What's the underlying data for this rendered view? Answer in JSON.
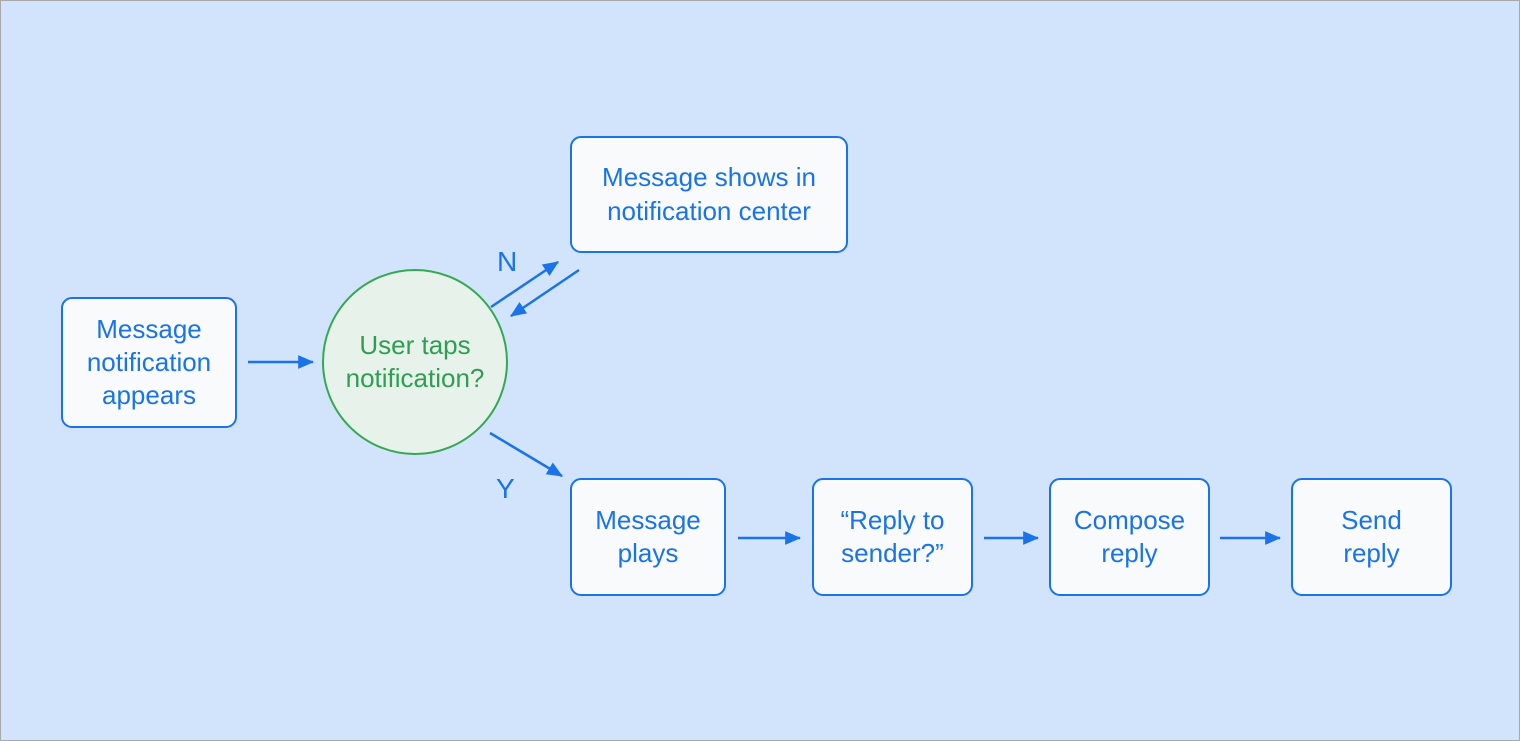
{
  "diagram": {
    "colors": {
      "background": "#d2e3fc",
      "node_border": "#1a73e8",
      "node_text": "#1a73e8",
      "node_fill": "#f8fafc",
      "decision_border": "#34a853",
      "decision_fill": "#e6f2ea",
      "decision_text": "#2f9e53",
      "arrow": "#1a73e8",
      "canvas_border": "#a8a8a8"
    },
    "nodes": [
      {
        "id": "message-notification-appears",
        "type": "process",
        "label": "Message\nnotification\nappears"
      },
      {
        "id": "user-taps-notification",
        "type": "decision",
        "label": "User taps\nnotification?"
      },
      {
        "id": "message-shows-in-notification-center",
        "type": "process",
        "label": "Message shows in\nnotification center"
      },
      {
        "id": "message-plays",
        "type": "process",
        "label": "Message\nplays"
      },
      {
        "id": "reply-to-sender",
        "type": "process",
        "label": "“Reply to\nsender?”"
      },
      {
        "id": "compose-reply",
        "type": "process",
        "label": "Compose\nreply"
      },
      {
        "id": "send-reply",
        "type": "process",
        "label": "Send\nreply"
      }
    ],
    "edge_labels": {
      "no": "N",
      "yes": "Y"
    }
  }
}
